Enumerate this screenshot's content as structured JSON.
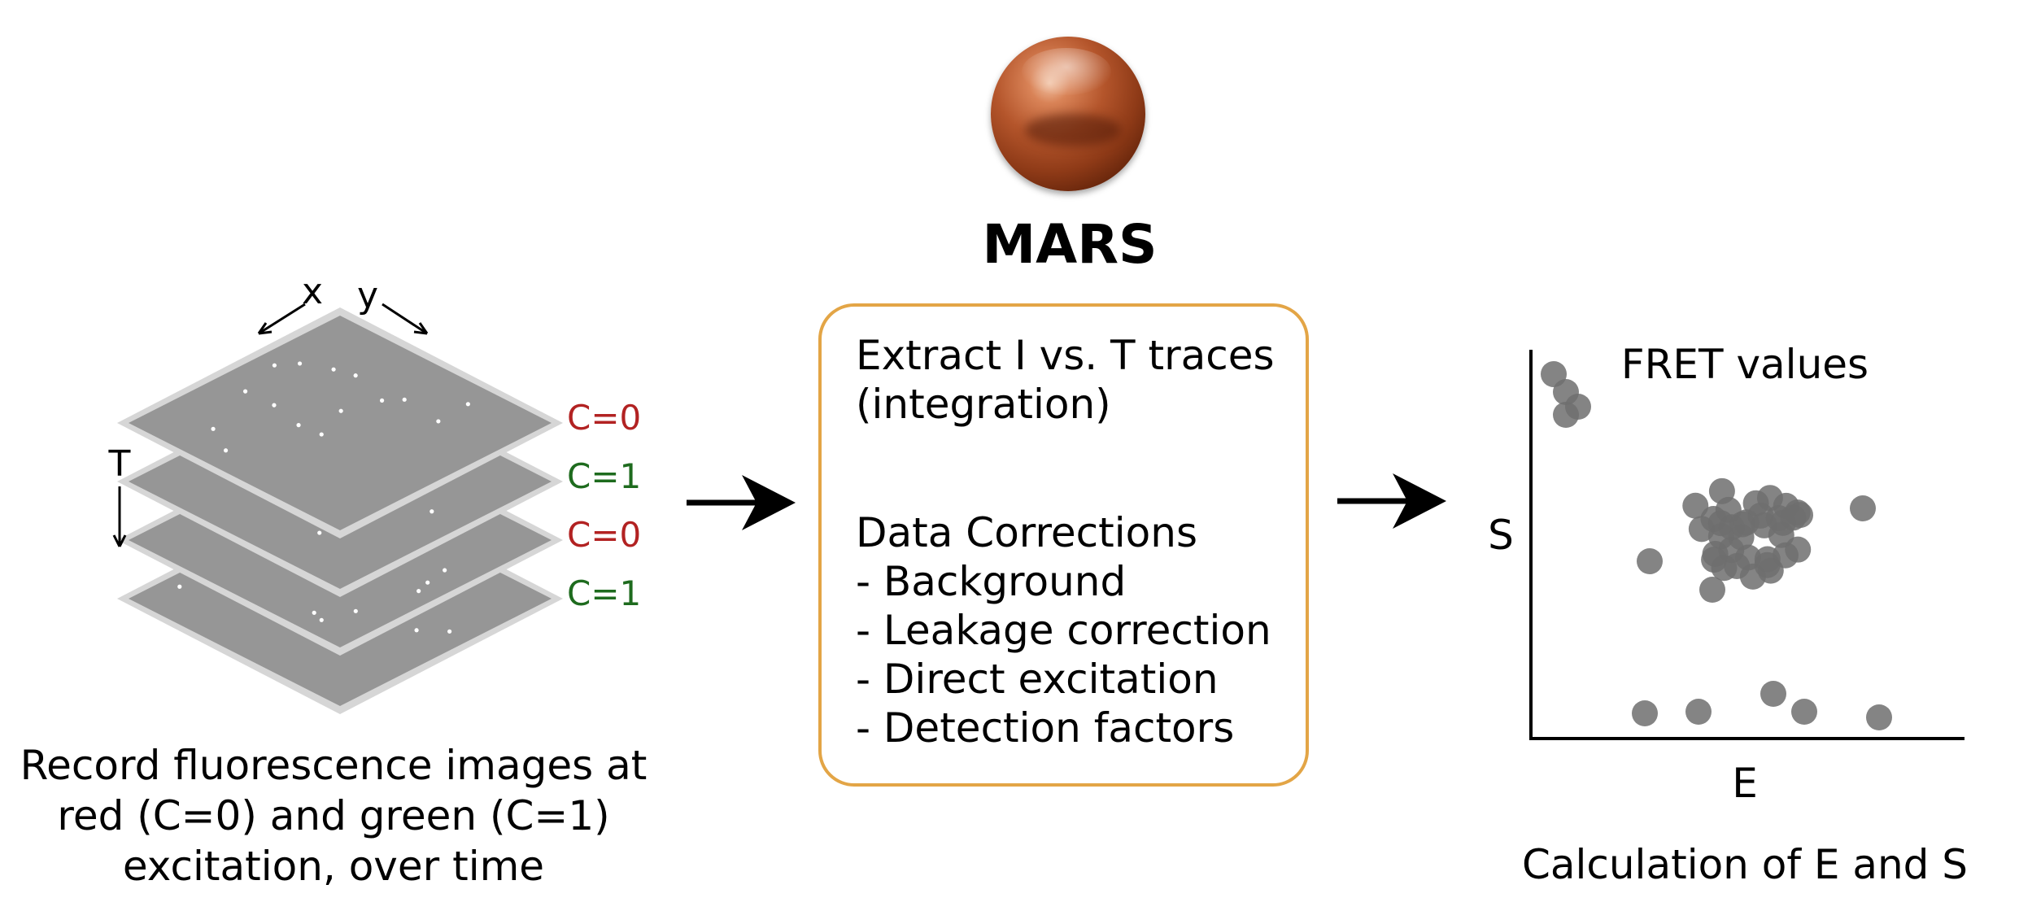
{
  "left_panel": {
    "axis_x": "x",
    "axis_y": "y",
    "axis_t": "T",
    "channel_labels": [
      {
        "text": "C=0",
        "color": "#b22222"
      },
      {
        "text": "C=1",
        "color": "#1e6b1e"
      },
      {
        "text": "C=0",
        "color": "#b22222"
      },
      {
        "text": "C=1",
        "color": "#1e6b1e"
      }
    ],
    "caption": [
      "Record fluorescence images at",
      "red (C=0) and green (C=1)",
      "excitation, over time"
    ]
  },
  "center_panel": {
    "title": "MARS",
    "logo_icon": "mars-planet-icon",
    "box_lines_top": [
      "Extract I vs. T traces",
      "(integration)"
    ],
    "box_lines_bottom": [
      "Data Corrections",
      "- Background",
      "- Leakage correction",
      "- Direct excitation",
      "- Detection factors"
    ],
    "box_border_color": "#e3a546"
  },
  "right_panel": {
    "title": "FRET values",
    "x_label": "E",
    "y_label": "S",
    "caption": "Calculation of E and S",
    "point_color": "#6e6e6e"
  },
  "arrows": [
    "arrow-right-icon",
    "arrow-right-icon"
  ]
}
